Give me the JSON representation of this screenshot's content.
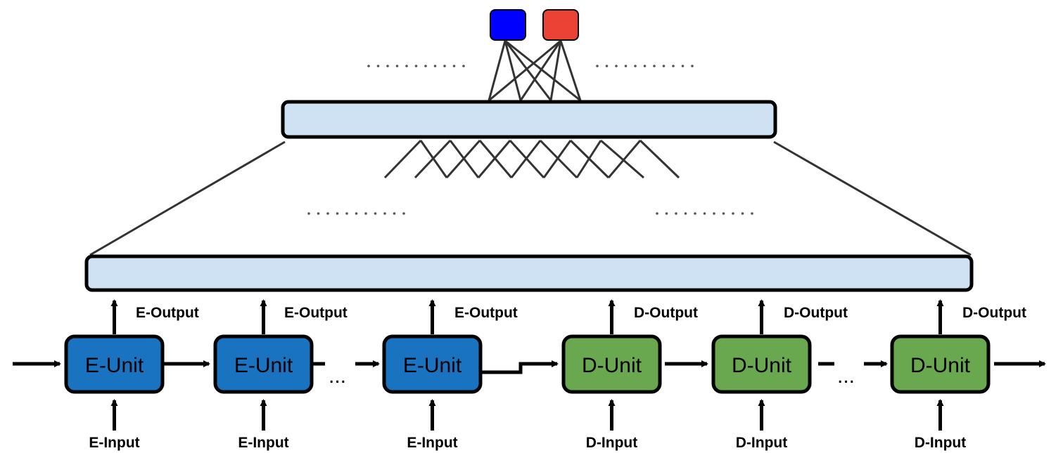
{
  "colors": {
    "encoder_fill": "#1a73c1",
    "decoder_fill": "#6aa84f",
    "layer_fill": "#cfe2f3",
    "output_class_a": "#0000ff",
    "output_class_b": "#ea4335",
    "stroke": "#000000",
    "connection": "#333333"
  },
  "encoder": {
    "unit_label": "E-Unit",
    "input_label": "E-Input",
    "output_label": "E-Output",
    "count_shown": 3
  },
  "decoder": {
    "unit_label": "D-Unit",
    "input_label": "D-Input",
    "output_label": "D-Output",
    "count_shown": 3
  },
  "ellipsis": "...",
  "output_nodes": [
    {
      "name": "output-node-blue",
      "color": "#0000ff"
    },
    {
      "name": "output-node-red",
      "color": "#ea4335"
    }
  ]
}
